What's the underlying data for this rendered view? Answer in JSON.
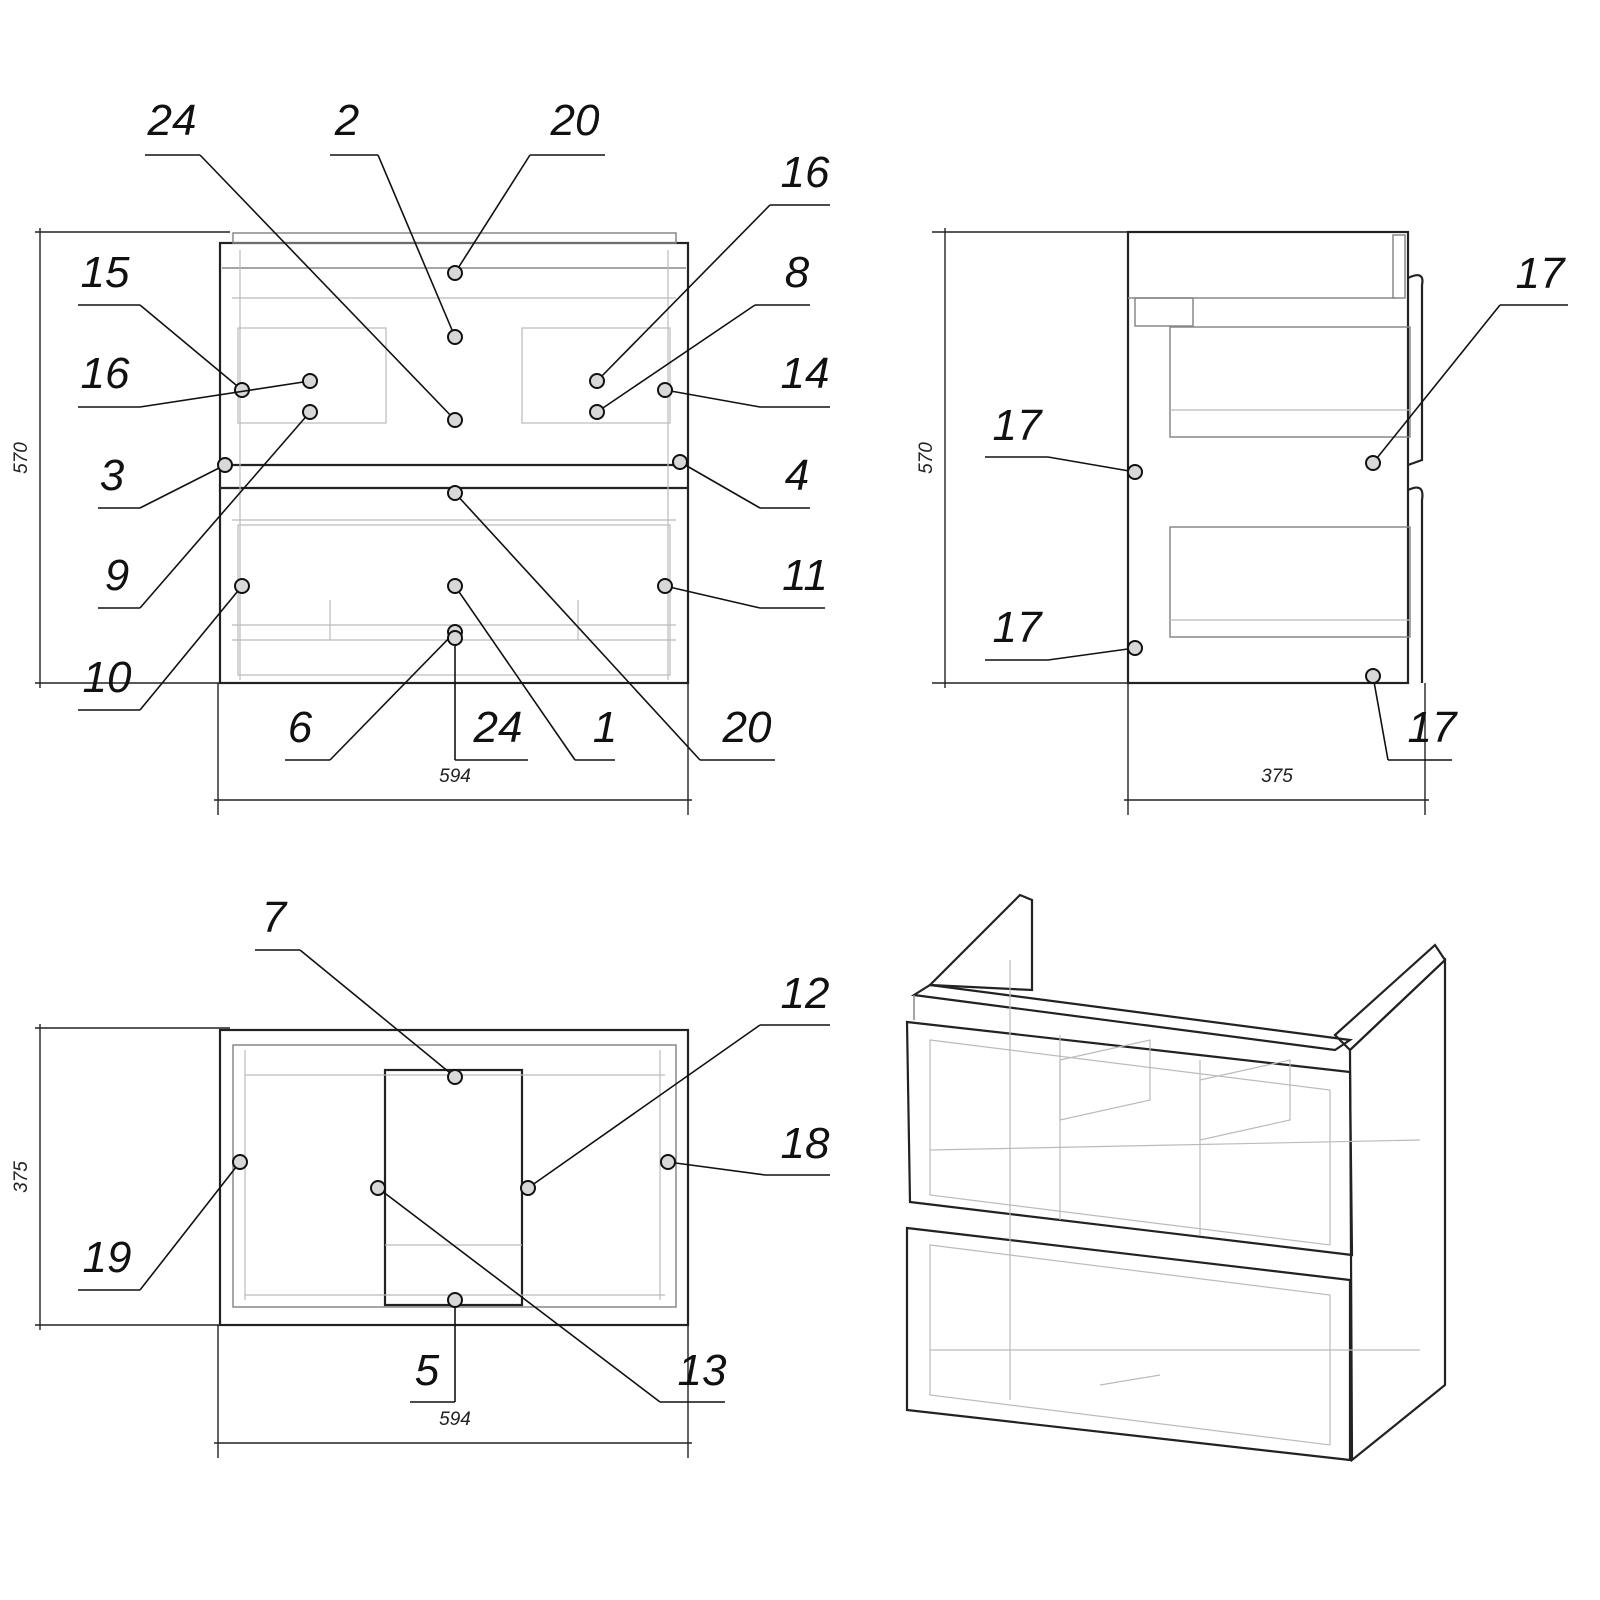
{
  "drawing": {
    "front_view": {
      "width_dim": "594",
      "height_dim": "570",
      "callouts": [
        "24",
        "2",
        "20",
        "16",
        "8",
        "15",
        "16",
        "14",
        "3",
        "4",
        "9",
        "11",
        "10",
        "6",
        "24",
        "1",
        "20"
      ]
    },
    "side_view": {
      "depth_dim": "375",
      "height_dim": "570",
      "callouts": [
        "17",
        "17",
        "17",
        "17"
      ]
    },
    "top_view": {
      "width_dim": "594",
      "depth_dim": "375",
      "callouts": [
        "7",
        "12",
        "18",
        "19",
        "5",
        "13"
      ]
    }
  }
}
